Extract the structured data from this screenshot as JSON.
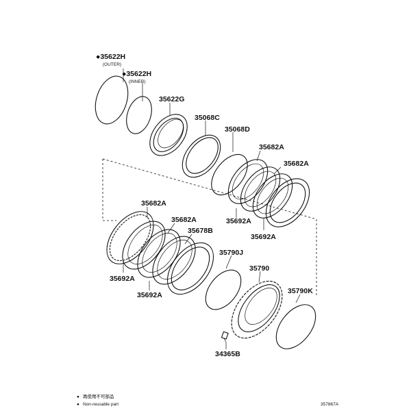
{
  "parts": {
    "p_35622h_outer": {
      "code": "35622H",
      "note": "(OUTER)"
    },
    "p_35622h_inner": {
      "code": "35622H",
      "note": "(INNER)"
    },
    "p_35622g": "35622G",
    "p_35068c": "35068C",
    "p_35068d": "35068D",
    "p_35682a_1": "35682A",
    "p_35682a_2": "35682A",
    "p_35692a_1": "35692A",
    "p_35692a_2": "35692A",
    "p_35682a_3": "35682A",
    "p_35682a_4": "35682A",
    "p_35678b": "35678B",
    "p_35692a_3": "35692A",
    "p_35692a_4": "35692A",
    "p_35790j": "35790J",
    "p_35790": "35790",
    "p_35790k": "35790K",
    "p_34365b": "34365B"
  },
  "legend": {
    "bullet": "●",
    "line1": "再使用不可部品",
    "line2": "Non-reusable part"
  },
  "diagram_id": "357867A"
}
